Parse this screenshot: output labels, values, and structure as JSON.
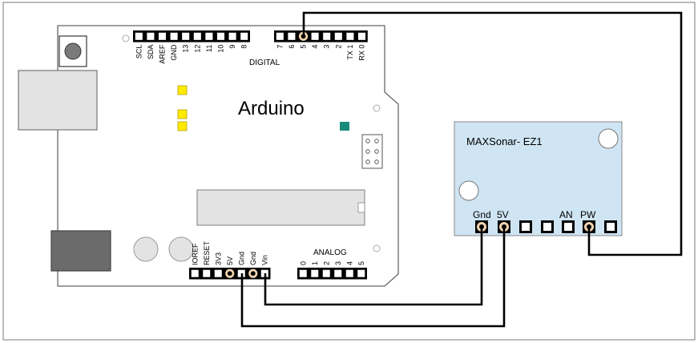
{
  "arduino": {
    "title": "Arduino",
    "digital_label": "DIGITAL",
    "analog_label": "ANALOG",
    "digital_left_pins": [
      "SCL",
      "SDA",
      "AREF",
      "GND",
      "13",
      "12",
      "11",
      "10",
      "9",
      "8"
    ],
    "digital_right_pins": [
      "7",
      "6",
      "5",
      "4",
      "3",
      "2",
      "TX 1",
      "RX 0"
    ],
    "power_pins": [
      "IOREF",
      "RESET",
      "3V3",
      "5V",
      "Gnd",
      "Gnd",
      "Vin"
    ],
    "analog_pins": [
      "0",
      "1",
      "2",
      "3",
      "4",
      "5"
    ]
  },
  "sensor": {
    "title": "MAXSonar- EZ1",
    "pin_labels": [
      "Gnd",
      "5V",
      "AN",
      "PW"
    ]
  },
  "colors": {
    "board_stroke": "#666666",
    "sensor_fill": "#cfe5f3",
    "wire": "#000000",
    "connected_pin": "#f2d4b2",
    "led_yellow": "#ffeb00",
    "teal_chip": "#1b8a7a"
  }
}
